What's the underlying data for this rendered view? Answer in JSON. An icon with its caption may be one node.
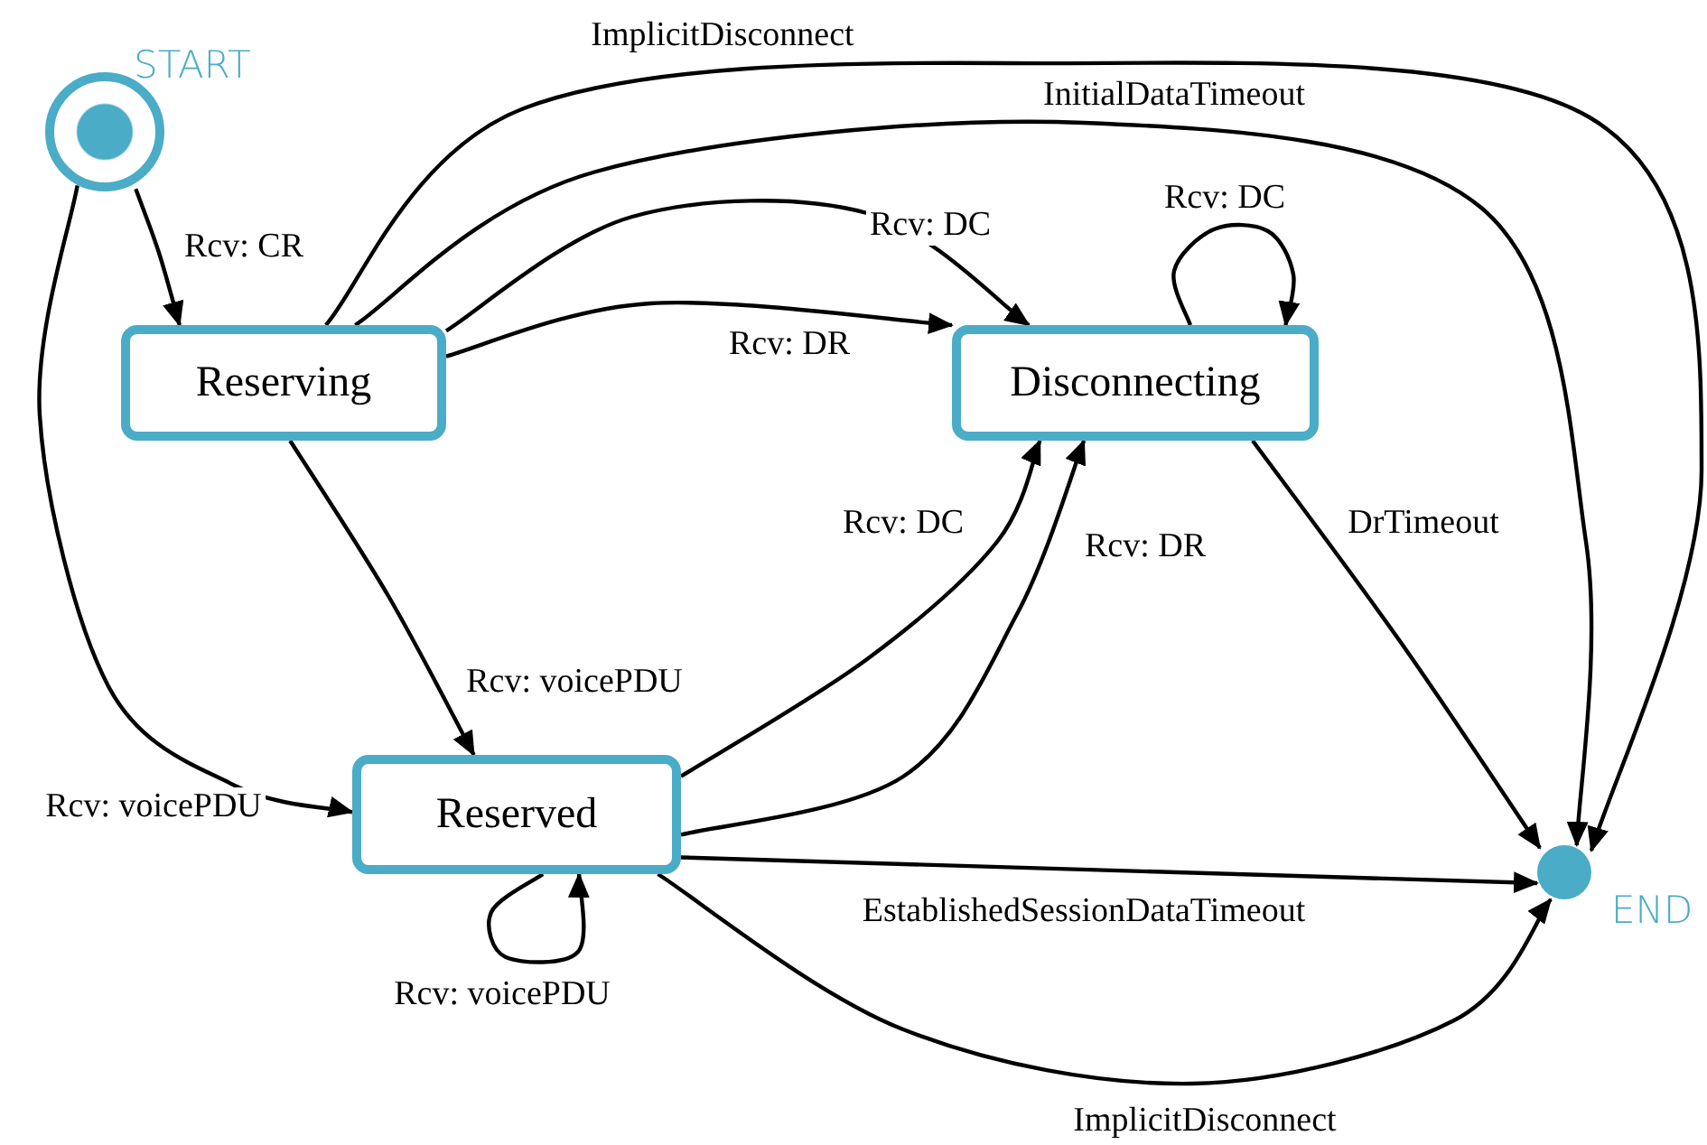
{
  "diagram": {
    "nodes": [
      {
        "text": [],
        "shape": "circle",
        "beside": [
          "START"
        ]
      },
      {
        "text": [
          "Reserving"
        ]
      },
      {
        "text": [
          "Disconnecting"
        ]
      },
      {
        "text": [
          "Reserved"
        ]
      },
      {
        "text": [],
        "shape": "circle",
        "beside": [
          "END"
        ]
      }
    ],
    "edges": [
      {
        "from": 0,
        "to": 1,
        "arrow": "to",
        "label": "Rcv: CR"
      },
      {
        "from": 0,
        "to": 3,
        "arrow": "to",
        "label": "Rcv: voicePDU"
      },
      {
        "from": 1,
        "to": 2,
        "arrow": "to",
        "label": "Rcv: DC"
      },
      {
        "from": 1,
        "to": 2,
        "arrow": "to",
        "label": "Rcv: DR"
      },
      {
        "from": 1,
        "to": 3,
        "arrow": "to",
        "label": "Rcv: voicePDU"
      },
      {
        "from": 1,
        "to": 4,
        "arrow": "to",
        "label": "ImplicitDisconnect"
      },
      {
        "from": 1,
        "to": 4,
        "arrow": "to",
        "label": "InitialDataTimeout"
      },
      {
        "from": 2,
        "to": 2,
        "arrow": "to",
        "label": "Rcv: DC"
      },
      {
        "from": 2,
        "to": 4,
        "arrow": "to",
        "label": "DrTimeout"
      },
      {
        "from": 3,
        "to": 2,
        "arrow": "to",
        "label": "Rcv: DC"
      },
      {
        "from": 3,
        "to": 2,
        "arrow": "to",
        "label": "Rcv: DR"
      },
      {
        "from": 3,
        "to": 3,
        "arrow": "to",
        "label": "Rcv: voicePDU"
      },
      {
        "from": 3,
        "to": 4,
        "arrow": "to",
        "label": "EstablishedSessionDataTimeout"
      },
      {
        "from": 3,
        "to": 4,
        "arrow": "to",
        "label": "ImplicitDisconnect"
      }
    ]
  }
}
